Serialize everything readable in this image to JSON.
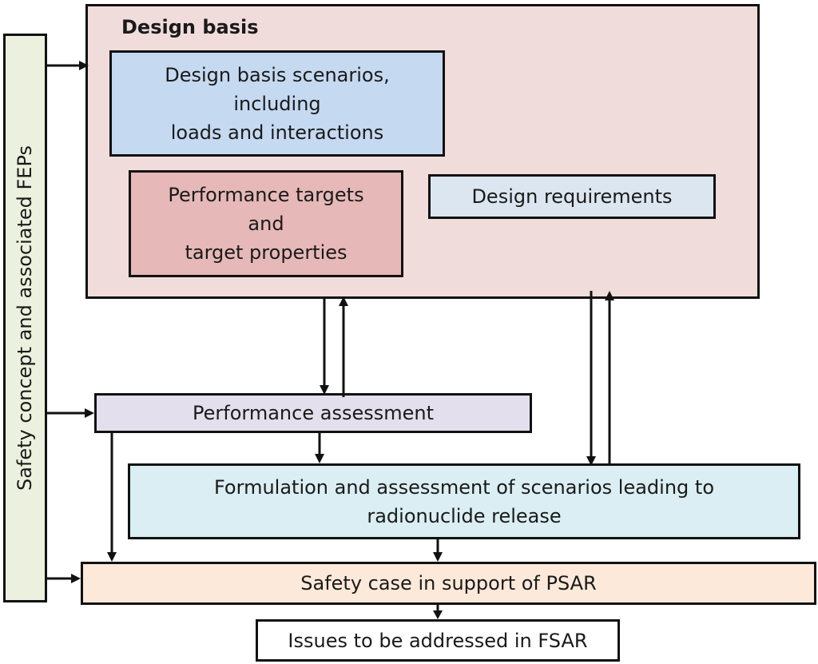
{
  "design_basis": {
    "title": "Design basis",
    "scenarios": [
      "Design basis scenarios,",
      "including",
      "loads and interactions"
    ],
    "targets": [
      "Performance targets",
      "and",
      "target properties"
    ],
    "requirements": "Design requirements"
  },
  "side": {
    "label": "Safety concept and associated FEPs"
  },
  "performance_assessment": "Performance assessment",
  "formulation": [
    "Formulation and assessment of scenarios leading to",
    "radionuclide release"
  ],
  "safety_case": "Safety case in support of PSAR",
  "fsar_issues": "Issues to be addressed in FSAR"
}
